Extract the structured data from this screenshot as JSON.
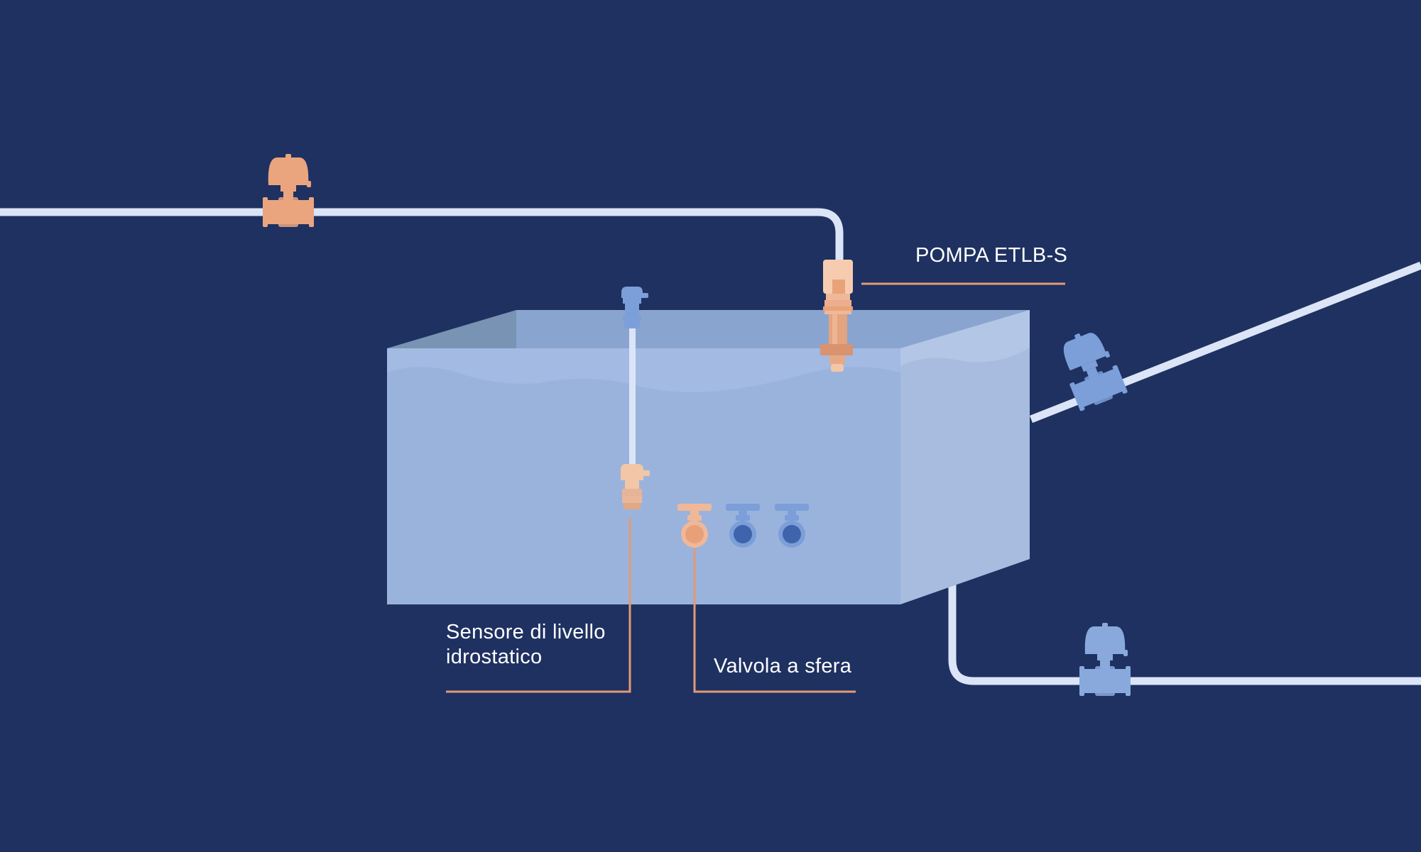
{
  "labels": {
    "pump": "POMPA ETLB-S",
    "sensor_line1": "Sensore di livello",
    "sensor_line2": "idrostatico",
    "valve": "Valvola a sfera"
  },
  "colors": {
    "background": "#1e3161",
    "pipe": "#dbe5f7",
    "accent_orange": "#e8a07a",
    "leader_line": "#e39a73",
    "tank_front": "#9ab3dc",
    "tank_side": "#a7bcdf",
    "valve_blue": "#7c9fd9"
  },
  "icons": {
    "actuated_valve_top": "actuated-valve-icon",
    "actuated_valve_right": "actuated-valve-icon",
    "actuated_valve_bottom": "actuated-valve-icon",
    "pump": "pump-icon",
    "level_sensor": "level-sensor-icon",
    "ball_valve": "ball-valve-icon"
  }
}
